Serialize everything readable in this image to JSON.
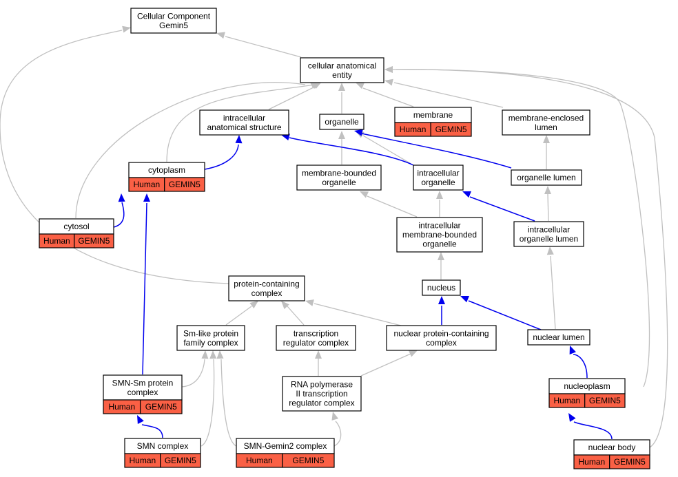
{
  "diagram": {
    "nodes": {
      "root": [
        "Cellular Component",
        "Gemin5"
      ],
      "cae": [
        "cellular anatomical",
        "entity"
      ],
      "ias": [
        "intracellular",
        "anatomical structure"
      ],
      "organelle": [
        "organelle"
      ],
      "membrane": [
        "membrane"
      ],
      "mel": [
        "membrane-enclosed",
        "lumen"
      ],
      "cytoplasm": [
        "cytoplasm"
      ],
      "mbo": [
        "membrane-bounded",
        "organelle"
      ],
      "io": [
        "intracellular",
        "organelle"
      ],
      "ol": [
        "organelle lumen"
      ],
      "cytosol": [
        "cytosol"
      ],
      "imbo": [
        "intracellular",
        "membrane-bounded",
        "organelle"
      ],
      "iol": [
        "intracellular",
        "organelle lumen"
      ],
      "pcc": [
        "protein-containing",
        "complex"
      ],
      "nucleus": [
        "nucleus"
      ],
      "smlike": [
        "Sm-like protein",
        "family complex"
      ],
      "trc": [
        "transcription",
        "regulator complex"
      ],
      "npcc": [
        "nuclear protein-containing",
        "complex"
      ],
      "nl": [
        "nuclear lumen"
      ],
      "smnsm": [
        "SMN-Sm protein",
        "complex"
      ],
      "rnap": [
        "RNA polymerase",
        "II transcription",
        "regulator complex"
      ],
      "nucleoplasm": [
        "nucleoplasm"
      ],
      "smn": [
        "SMN complex"
      ],
      "smngem": [
        "SMN-Gemin2 complex"
      ],
      "nb": [
        "nuclear body"
      ]
    },
    "annotation": {
      "species": "Human",
      "gene": "GEMIN5"
    },
    "colors": {
      "annotation_fill": "#fa6045",
      "grey_edge": "#c0c0c0",
      "blue_edge": "#0000ee"
    }
  }
}
